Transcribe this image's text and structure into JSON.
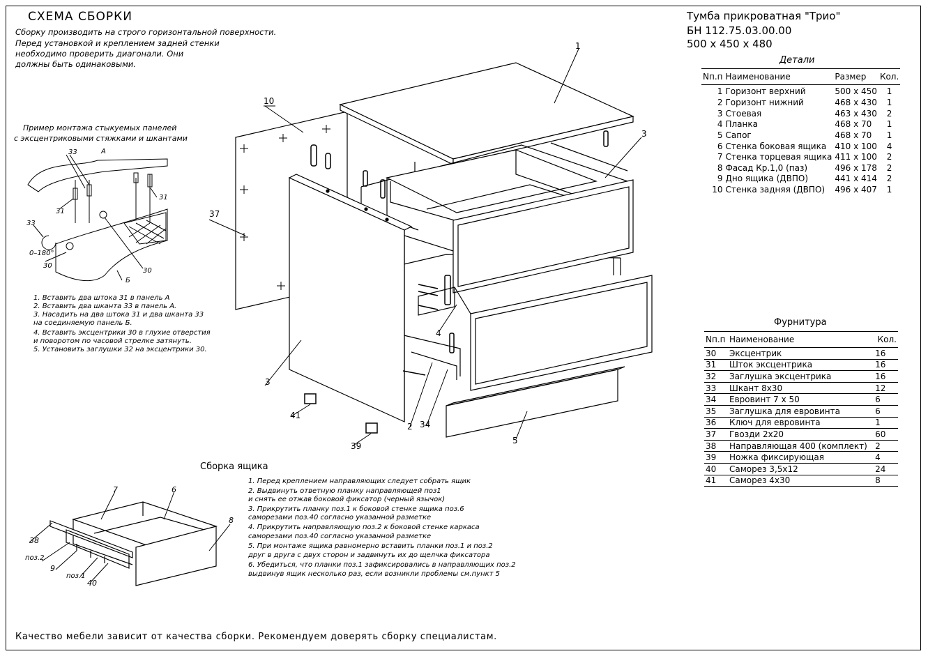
{
  "header": {
    "title": "СХЕМА СБОРКИ",
    "intro": [
      "Сборку производить на строго горизонтальной поверхности.",
      "Перед установкой и креплением задней стенки",
      "необходимо проверить диагонали. Они",
      "должны быть одинаковыми."
    ]
  },
  "product": {
    "name": "Тумба прикроватная \"Трио\"",
    "code": "БН 112.75.03.00.00",
    "size": "500  х 450  х 480"
  },
  "details": {
    "title": "Детали",
    "headers": [
      "Nп.п",
      "Наименование",
      "Размер",
      "Кол."
    ],
    "rows": [
      [
        "1",
        "Горизонт верхний",
        "500  х 450",
        "1"
      ],
      [
        "2",
        "Горизонт нижний",
        "468  х 430",
        "1"
      ],
      [
        "3",
        "Стоевая",
        "463  х 430",
        "2"
      ],
      [
        "4",
        "Планка",
        "468  х 70",
        "1"
      ],
      [
        "5",
        "Сапог",
        "468  х 70",
        "1"
      ],
      [
        "6",
        "Стенка боковая ящика",
        "410  х 100",
        "4"
      ],
      [
        "7",
        "Стенка торцевая ящика",
        "411  х 100",
        "2"
      ],
      [
        "8",
        "Фасад Кр.1,0 (паз)",
        "496  х 178",
        "2"
      ],
      [
        "9",
        "Дно ящика (ДВПО)",
        "441  х 414",
        "2"
      ],
      [
        "10",
        "Стенка задняя (ДВПО)",
        "496  х 407",
        "1"
      ]
    ]
  },
  "hardware": {
    "title": "Фурнитура",
    "headers": [
      "Nп.п",
      "Наименование",
      "Кол."
    ],
    "rows": [
      [
        "30",
        "Эксцентрик",
        "16"
      ],
      [
        "31",
        "Шток эксцентрика",
        "16"
      ],
      [
        "32",
        "Заглушка эксцентрика",
        "16"
      ],
      [
        "33",
        "Шкант 8х30",
        "12"
      ],
      [
        "34",
        "Евровинт 7 х 50",
        "6"
      ],
      [
        "35",
        "Заглушка для евровинта",
        "6"
      ],
      [
        "36",
        "Ключ для евровинта",
        "1"
      ],
      [
        "37",
        "Гвозди 2х20",
        "60"
      ],
      [
        "38",
        "Направляющая 400 (комплект)",
        "2"
      ],
      [
        "39",
        "Ножка фиксирующая",
        "4"
      ],
      [
        "40",
        "Саморез 3,5х12",
        "24"
      ],
      [
        "41",
        "Саморез 4х30",
        "8"
      ]
    ]
  },
  "mount_example": {
    "title": [
      "Пример монтажа стыкуемых панелей",
      "с эксцентриковыми стяжками    и шкантами"
    ],
    "labels": {
      "a": "А",
      "b": "Б",
      "n33": "33",
      "n31": "31",
      "n30": "30",
      "angle": "0–180°"
    },
    "steps": [
      "1.  Вставить два штока 31 в панель А",
      "2.  Вставить два шканта 33 в панель А.",
      "3.  Насадить на два штока 31 и два шканта 33",
      "на соединяемую панель Б.",
      "4. Вставить эксцентрики 30 в глухие отверстия",
      "и поворотом по часовой стрелке затянуть.",
      "5.  Установить заглушки 32 на эксцентрики 30."
    ]
  },
  "main_labels": {
    "p1": "1",
    "p10": "10",
    "p3a": "3",
    "p3b": "3",
    "p37": "37",
    "p4": "4",
    "p2": "2",
    "p34": "34",
    "p5": "5",
    "p41": "41",
    "p39": "39"
  },
  "drawer": {
    "title": "Сборка ящика",
    "labels": {
      "p7": "7",
      "p6": "6",
      "p8": "8",
      "p38": "38",
      "poz2": "поз.2",
      "p9": "9",
      "poz1": "поз.1",
      "p40": "40"
    },
    "steps": [
      "1.  Перед креплением направляющих следует собрать ящик",
      "2.  Выдвинуть ответную планку направляющей поз1",
      "     и снять ее отжав боковой фиксатор (черный язычок)",
      "3.  Прикрутить планку поз.1  к боковой стенке ящика поз.6",
      "     саморезами поз.40 согласно указанной разметке",
      "4.  Прикрутить направляющую поз.2 к боковой стенке каркаса",
      "     саморезами поз.40 согласно указанной разметке",
      "5.  При монтаже ящика равномерно вставить планки поз.1  и поз.2",
      "     друг в друга с двух сторон и задвинуть их до щелчка фиксатора",
      "6.  Убедиться, что планки поз.1 зафиксировались в направляющих поз.2",
      "     выдвинув ящик несколько раз, если возникли проблемы см.пункт 5"
    ]
  },
  "footer": "Качество мебели зависит от качества сборки. Рекомендуем доверять сборку специалистам."
}
